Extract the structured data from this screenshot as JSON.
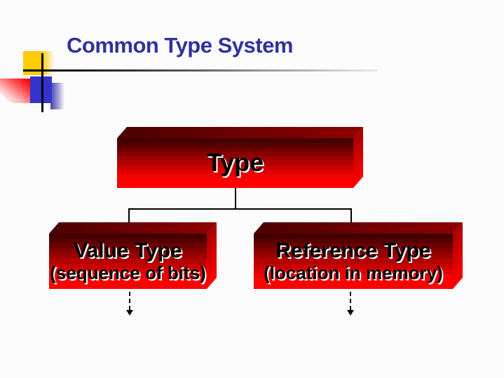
{
  "title": {
    "text": "Common Type System",
    "color": "#31319e"
  },
  "diagram": {
    "root": {
      "label": "Type"
    },
    "children": [
      {
        "label": "Value Type",
        "sublabel": "(sequence of bits)"
      },
      {
        "label": "Reference Type",
        "sublabel": "(location in memory)"
      }
    ]
  },
  "colors": {
    "title_text": "#31319e",
    "box_gradient_top": "#400000",
    "box_gradient_bottom": "#ff0000",
    "box_text": "#000000",
    "box_text_shadow": "#ffffff",
    "connector": "#000000",
    "decoration_yellow": "#ffcc00",
    "decoration_blue": "#3333cc",
    "decoration_red": "#ff0000",
    "background": "#fcfcfc"
  }
}
